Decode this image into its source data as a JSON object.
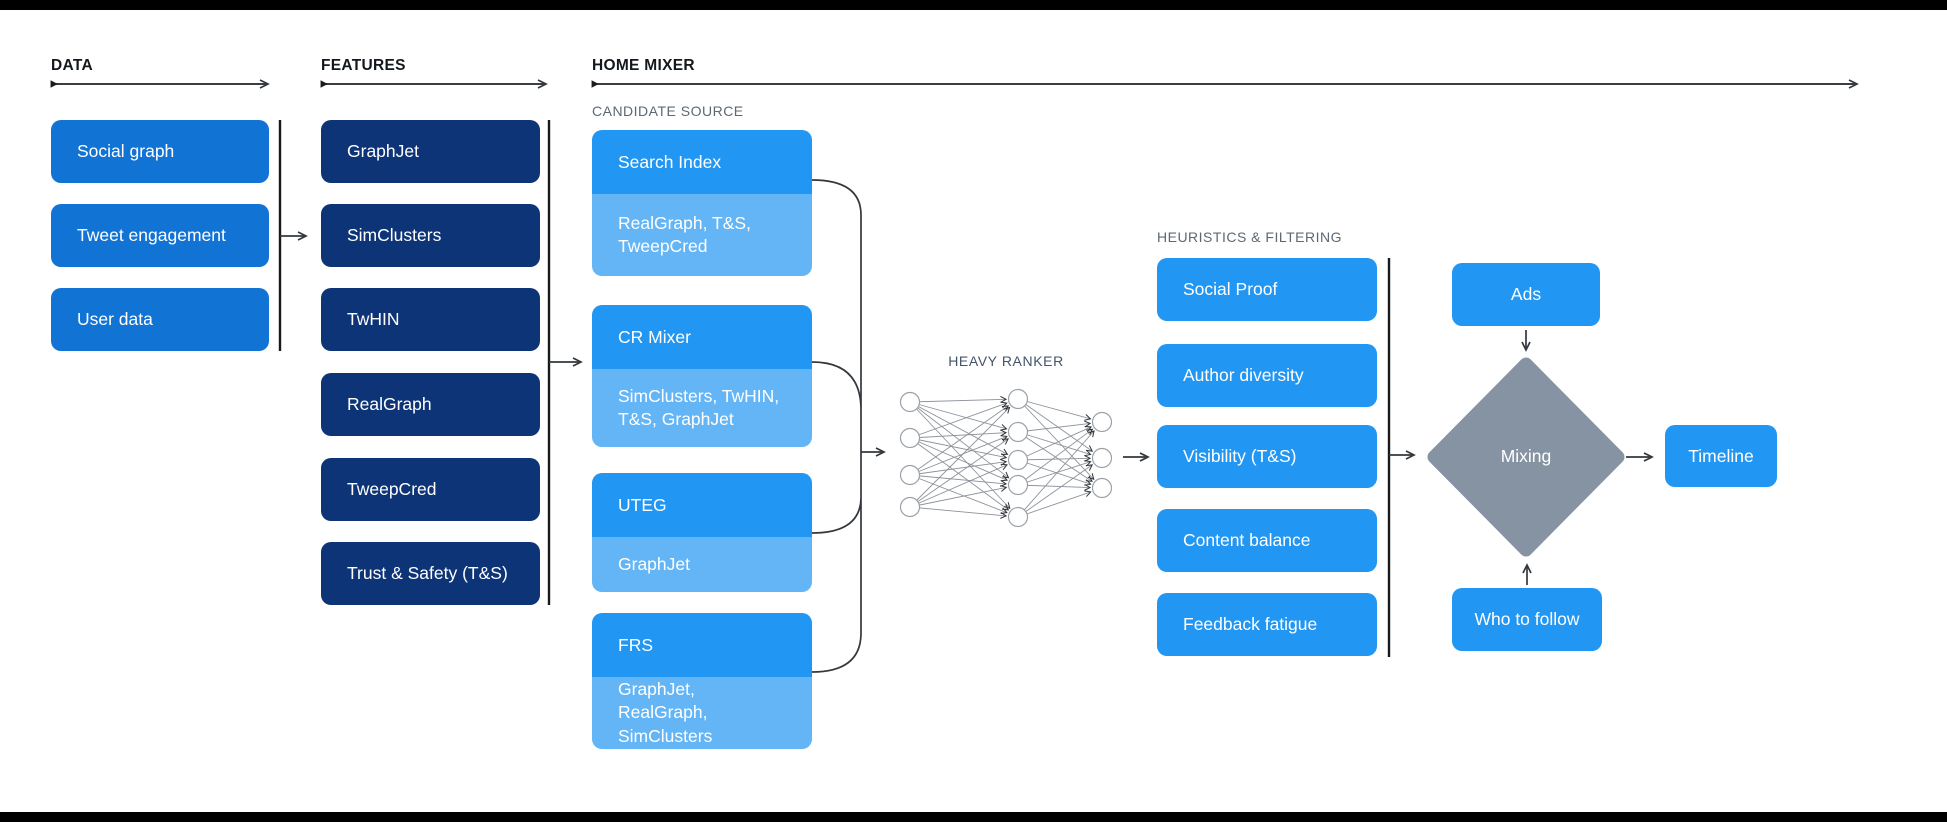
{
  "sections": {
    "data": {
      "label": "DATA",
      "items": [
        "Social graph",
        "Tweet engagement",
        "User data"
      ]
    },
    "features": {
      "label": "FEATURES",
      "items": [
        "GraphJet",
        "SimClusters",
        "TwHIN",
        "RealGraph",
        "TweepCred",
        "Trust & Safety (T&S)"
      ]
    },
    "home_mixer": {
      "label": "HOME MIXER",
      "candidate_source": {
        "label": "CANDIDATE SOURCE",
        "items": [
          {
            "name": "Search Index",
            "sources": "RealGraph, T&S, TweepCred"
          },
          {
            "name": "CR Mixer",
            "sources": "SimClusters, TwHIN, T&S, GraphJet"
          },
          {
            "name": "UTEG",
            "sources": "GraphJet"
          },
          {
            "name": "FRS",
            "sources": "GraphJet, RealGraph, SimClusters"
          }
        ]
      },
      "heavy_ranker": {
        "label": "HEAVY RANKER"
      },
      "heuristics": {
        "label": "HEURISTICS & FILTERING",
        "items": [
          "Social Proof",
          "Author diversity",
          "Visibility (T&S)",
          "Content balance",
          "Feedback fatigue"
        ]
      },
      "mixing": {
        "label": "Mixing",
        "inputs": {
          "ads": "Ads",
          "who_to_follow": "Who to follow"
        }
      },
      "timeline": {
        "label": "Timeline"
      }
    }
  },
  "colors": {
    "data_box_blue": "#1173d4",
    "features_box_navy": "#0d3476",
    "primary_blue": "#2196f3",
    "light_blue": "#64b5f6",
    "diamond_gray": "#8593a2",
    "bar_black": "#000000",
    "label_gray": "#5d6872"
  }
}
